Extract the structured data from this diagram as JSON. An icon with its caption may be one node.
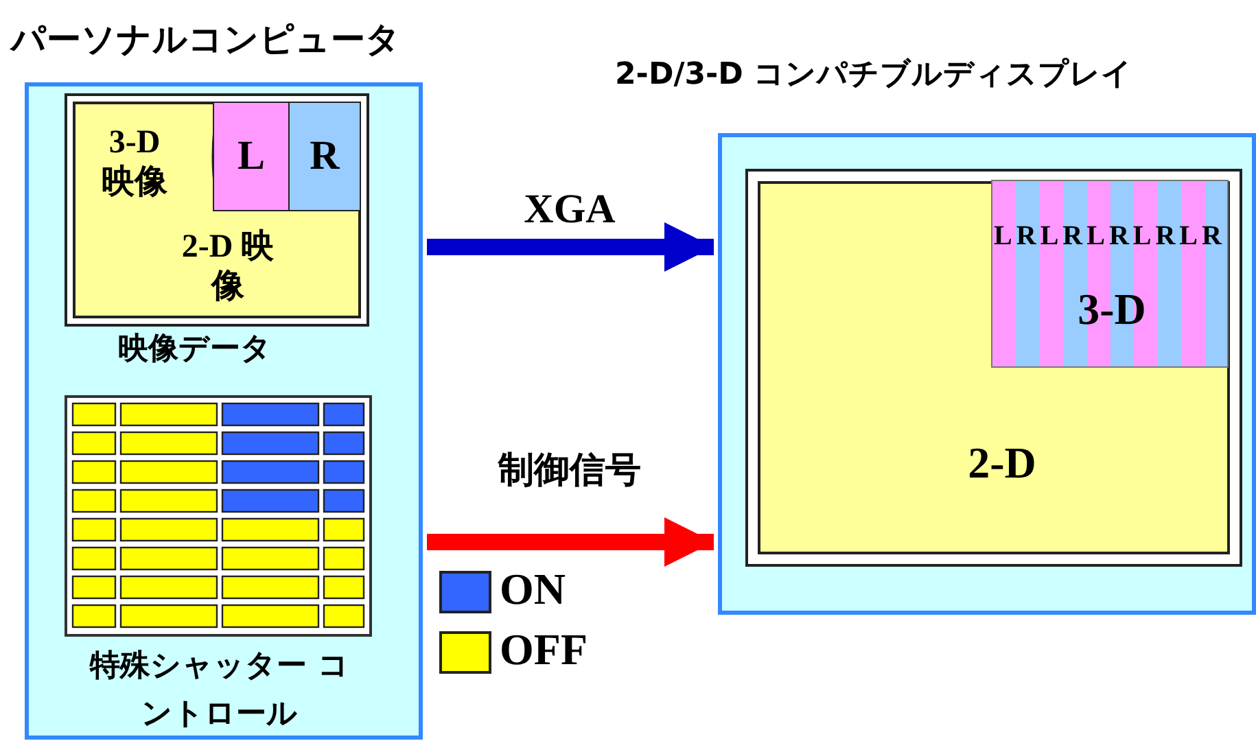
{
  "diagram": {
    "nodes": [
      {
        "text": [
          "パーソナルコンピュータ"
        ]
      },
      {
        "text": [
          "3-D 映像",
          "2-D 映像"
        ],
        "beside": [
          "映像データ"
        ],
        "in": 0
      },
      {
        "text": [
          "L"
        ],
        "in": 1
      },
      {
        "text": [
          "R"
        ],
        "in": 1
      },
      {
        "text": [],
        "shape": "box",
        "beside": [
          "特殊シャッター コントロール"
        ],
        "in": 0
      },
      {
        "text": [
          "2-D/3-D コンパチブルディスプレイ"
        ]
      },
      {
        "text": [
          "2-D"
        ],
        "in": 5
      },
      {
        "text": [
          "LRLRLRLRLR",
          "3-D"
        ],
        "in": 6
      }
    ],
    "edges": [
      {
        "from": 0,
        "to": 5,
        "arrow": "to",
        "label": "XGA",
        "color": "#0000cc"
      },
      {
        "from": 0,
        "to": 5,
        "arrow": "to",
        "label": "制御信号",
        "color": "#ff0000"
      }
    ],
    "legend": [
      {
        "text": "ON",
        "color": "#3366ff"
      },
      {
        "text": "OFF",
        "color": "#ffff00"
      }
    ]
  }
}
